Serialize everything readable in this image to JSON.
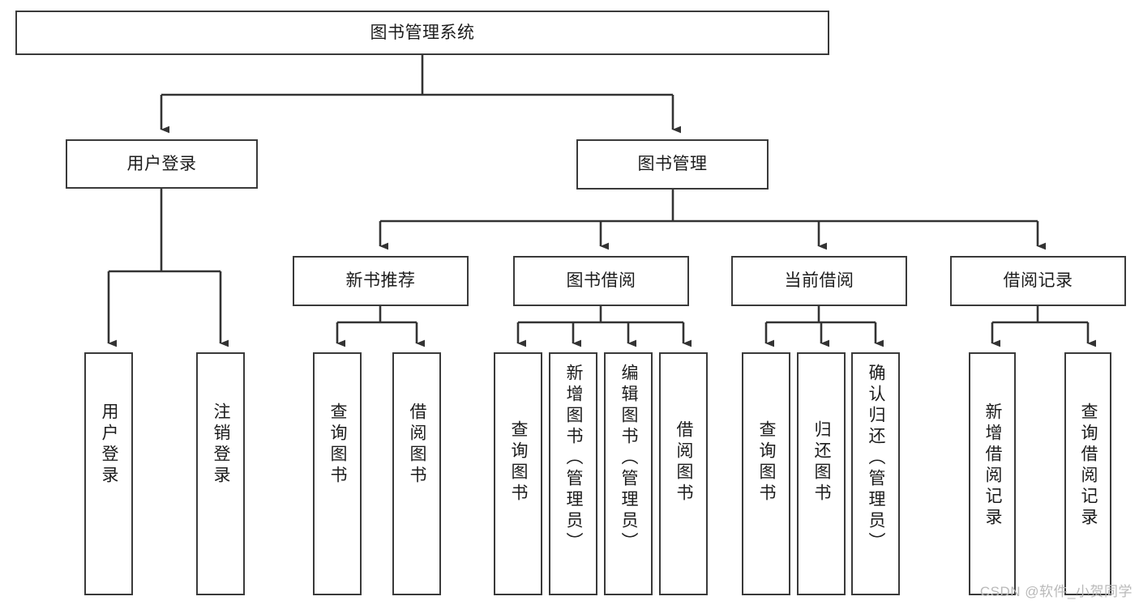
{
  "diagram": {
    "type": "tree-hierarchy",
    "title": "图书管理系统",
    "watermark": "CSDN @软件_小贺同学",
    "colors": {
      "box_border": "#3a3a3a",
      "box_fill": "#ffffff",
      "connector": "#333333",
      "text": "#1c1c1c",
      "watermark": "#b9b9b9",
      "background": "#ffffff"
    },
    "root": {
      "label": "图书管理系统"
    },
    "level2": [
      {
        "label": "用户登录"
      },
      {
        "label": "图书管理"
      }
    ],
    "level3": [
      {
        "label": "新书推荐"
      },
      {
        "label": "图书借阅"
      },
      {
        "label": "当前借阅"
      },
      {
        "label": "借阅记录"
      }
    ],
    "leaves": {
      "user_login": [
        {
          "label": "用户登录"
        },
        {
          "label": "注销登录"
        }
      ],
      "new_book_recommend": [
        {
          "label": "查询图书"
        },
        {
          "label": "借阅图书"
        }
      ],
      "book_borrow": [
        {
          "label": "查询图书"
        },
        {
          "label": "新增图书（管理员）"
        },
        {
          "label": "编辑图书（管理员）"
        },
        {
          "label": "借阅图书"
        }
      ],
      "current_borrow": [
        {
          "label": "查询图书"
        },
        {
          "label": "归还图书"
        },
        {
          "label": "确认归还（管理员）"
        }
      ],
      "borrow_record": [
        {
          "label": "新增借阅记录"
        },
        {
          "label": "查询借阅记录"
        }
      ]
    }
  }
}
